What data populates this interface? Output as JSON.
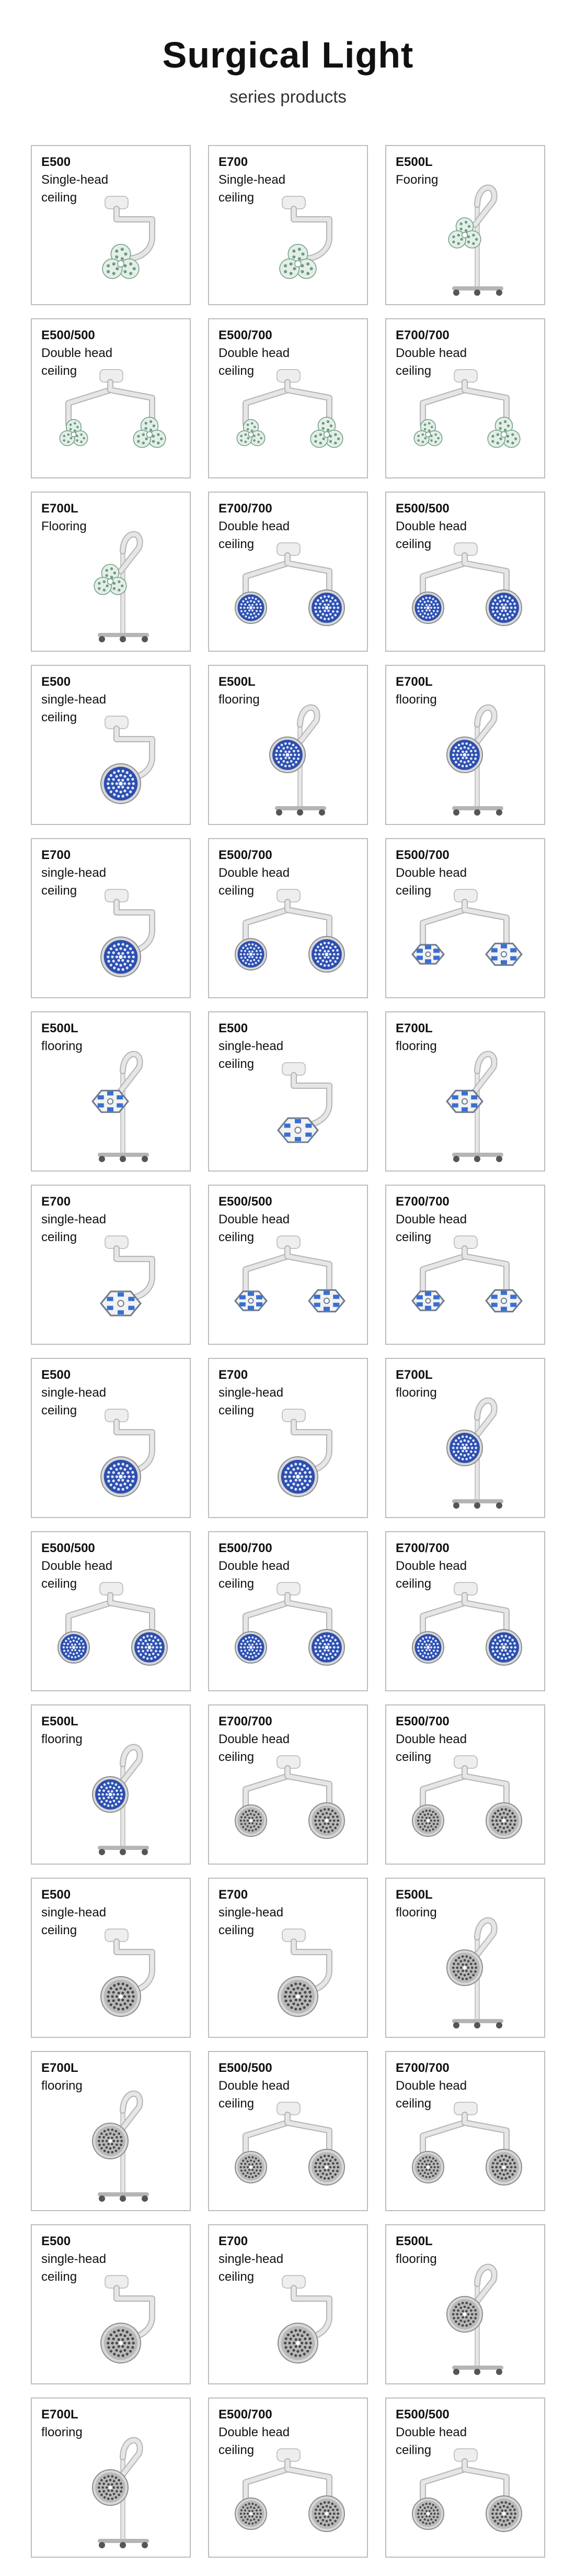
{
  "header": {
    "title": "Surgical Light",
    "subtitle": "series products"
  },
  "products": [
    {
      "model": "E500",
      "lines": [
        "Single-head",
        "ceiling"
      ],
      "kind": "ceiling",
      "heads": 1,
      "head": "petal"
    },
    {
      "model": "E700",
      "lines": [
        "Single-head",
        "ceiling"
      ],
      "kind": "ceiling",
      "heads": 1,
      "head": "petal"
    },
    {
      "model": "E500L",
      "lines": [
        "Fooring"
      ],
      "kind": "floor",
      "heads": 1,
      "head": "petal"
    },
    {
      "model": "E500/500",
      "lines": [
        "Double head",
        "ceiling"
      ],
      "kind": "ceiling",
      "heads": 2,
      "head": "petal"
    },
    {
      "model": "E500/700",
      "lines": [
        "Double head",
        "ceiling"
      ],
      "kind": "ceiling",
      "heads": 2,
      "head": "petal"
    },
    {
      "model": "E700/700",
      "lines": [
        "Double head",
        "ceiling"
      ],
      "kind": "ceiling",
      "heads": 2,
      "head": "petal"
    },
    {
      "model": "E700L",
      "lines": [
        "Flooring"
      ],
      "kind": "floor",
      "heads": 1,
      "head": "petal"
    },
    {
      "model": "E700/700",
      "lines": [
        "Double head",
        "ceiling"
      ],
      "kind": "ceiling",
      "heads": 2,
      "head": "blue"
    },
    {
      "model": "E500/500",
      "lines": [
        "Double head",
        "ceiling"
      ],
      "kind": "ceiling",
      "heads": 2,
      "head": "blue"
    },
    {
      "model": "E500",
      "lines": [
        "single-head",
        "ceiling"
      ],
      "kind": "ceiling",
      "heads": 1,
      "head": "blue"
    },
    {
      "model": "E500L",
      "lines": [
        "flooring"
      ],
      "kind": "floor",
      "heads": 1,
      "head": "blue"
    },
    {
      "model": "E700L",
      "lines": [
        "flooring"
      ],
      "kind": "floor",
      "heads": 1,
      "head": "blue"
    },
    {
      "model": "E700",
      "lines": [
        "single-head",
        "ceiling"
      ],
      "kind": "ceiling",
      "heads": 1,
      "head": "blue"
    },
    {
      "model": "E500/700",
      "lines": [
        "Double head",
        "ceiling"
      ],
      "kind": "ceiling",
      "heads": 2,
      "head": "blue"
    },
    {
      "model": "E500/700",
      "lines": [
        "Double head",
        "ceiling"
      ],
      "kind": "ceiling",
      "heads": 2,
      "head": "hex"
    },
    {
      "model": "E500L",
      "lines": [
        "flooring"
      ],
      "kind": "floor",
      "heads": 1,
      "head": "hex"
    },
    {
      "model": "E500",
      "lines": [
        "single-head",
        "ceiling"
      ],
      "kind": "ceiling",
      "heads": 1,
      "head": "hex"
    },
    {
      "model": "E700L",
      "lines": [
        "flooring"
      ],
      "kind": "floor",
      "heads": 1,
      "head": "hex"
    },
    {
      "model": "E700",
      "lines": [
        "single-head",
        "ceiling"
      ],
      "kind": "ceiling",
      "heads": 1,
      "head": "hex"
    },
    {
      "model": "E500/500",
      "lines": [
        "Double head",
        "ceiling"
      ],
      "kind": "ceiling",
      "heads": 2,
      "head": "hex"
    },
    {
      "model": "E700/700",
      "lines": [
        "Double head",
        "ceiling"
      ],
      "kind": "ceiling",
      "heads": 2,
      "head": "hex"
    },
    {
      "model": "E500",
      "lines": [
        "single-head",
        "ceiling"
      ],
      "kind": "ceiling",
      "heads": 1,
      "head": "blue"
    },
    {
      "model": "E700",
      "lines": [
        "single-head",
        "ceiling"
      ],
      "kind": "ceiling",
      "heads": 1,
      "head": "blue"
    },
    {
      "model": "E700L",
      "lines": [
        "flooring"
      ],
      "kind": "floor",
      "heads": 1,
      "head": "blue"
    },
    {
      "model": "E500/500",
      "lines": [
        "Double head",
        "ceiling"
      ],
      "kind": "ceiling",
      "heads": 2,
      "head": "blue"
    },
    {
      "model": "E500/700",
      "lines": [
        "Double head",
        "ceiling"
      ],
      "kind": "ceiling",
      "heads": 2,
      "head": "blue"
    },
    {
      "model": "E700/700",
      "lines": [
        "Double head",
        "ceiling"
      ],
      "kind": "ceiling",
      "heads": 2,
      "head": "blue"
    },
    {
      "model": "E500L",
      "lines": [
        "flooring"
      ],
      "kind": "floor",
      "heads": 1,
      "head": "blue"
    },
    {
      "model": "E700/700",
      "lines": [
        "Double head",
        "ceiling"
      ],
      "kind": "ceiling",
      "heads": 2,
      "head": "grey"
    },
    {
      "model": "E500/700",
      "lines": [
        "Double head",
        "ceiling"
      ],
      "kind": "ceiling",
      "heads": 2,
      "head": "grey"
    },
    {
      "model": "E500",
      "lines": [
        "single-head",
        "ceiling"
      ],
      "kind": "ceiling",
      "heads": 1,
      "head": "grey"
    },
    {
      "model": "E700",
      "lines": [
        "single-head",
        "ceiling"
      ],
      "kind": "ceiling",
      "heads": 1,
      "head": "grey"
    },
    {
      "model": "E500L",
      "lines": [
        "flooring"
      ],
      "kind": "floor",
      "heads": 1,
      "head": "grey"
    },
    {
      "model": "E700L",
      "lines": [
        "flooring"
      ],
      "kind": "floor",
      "heads": 1,
      "head": "grey"
    },
    {
      "model": "E500/500",
      "lines": [
        "Double head",
        "ceiling"
      ],
      "kind": "ceiling",
      "heads": 2,
      "head": "grey"
    },
    {
      "model": "E700/700",
      "lines": [
        "Double head",
        "ceiling"
      ],
      "kind": "ceiling",
      "heads": 2,
      "head": "grey"
    },
    {
      "model": "E500",
      "lines": [
        "single-head",
        "ceiling"
      ],
      "kind": "ceiling",
      "heads": 1,
      "head": "grey"
    },
    {
      "model": "E700",
      "lines": [
        "single-head",
        "ceiling"
      ],
      "kind": "ceiling",
      "heads": 1,
      "head": "grey"
    },
    {
      "model": "E500L",
      "lines": [
        "flooring"
      ],
      "kind": "floor",
      "heads": 1,
      "head": "grey"
    },
    {
      "model": "E700L",
      "lines": [
        "flooring"
      ],
      "kind": "floor",
      "heads": 1,
      "head": "grey"
    },
    {
      "model": "E500/700",
      "lines": [
        "Double head",
        "ceiling"
      ],
      "kind": "ceiling",
      "heads": 2,
      "head": "grey"
    },
    {
      "model": "E500/500",
      "lines": [
        "Double head",
        "ceiling"
      ],
      "kind": "ceiling",
      "heads": 2,
      "head": "grey"
    }
  ],
  "colors": {
    "border": "#bdbdbd",
    "arm": "#e6e6e6",
    "arm_stroke": "#b5b5b5",
    "petal_fill": "#e3efe6",
    "petal_dot": "#6f9a86",
    "blue_fill": "#2d4fae",
    "blue_dot": "#dfe8ff",
    "hex_fill": "#f2f2f2",
    "hex_stroke": "#6d7c8f",
    "grey_fill": "#b9b9b9",
    "grey_dot": "#4a4a4a"
  }
}
